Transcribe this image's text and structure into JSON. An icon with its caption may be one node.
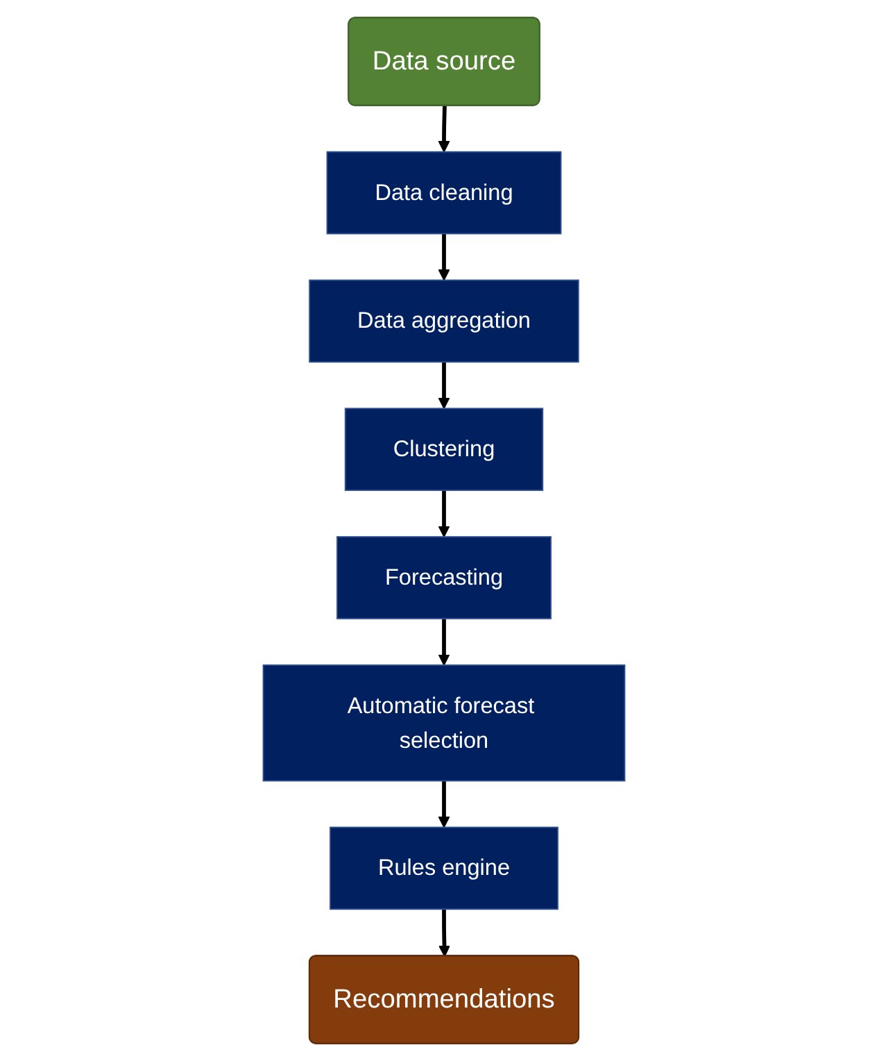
{
  "diagram": {
    "nodes": [
      {
        "text": [
          "Data source"
        ]
      },
      {
        "text": [
          "Data cleaning"
        ]
      },
      {
        "text": [
          "Data aggregation"
        ]
      },
      {
        "text": [
          "Clustering"
        ]
      },
      {
        "text": [
          "Forecasting"
        ]
      },
      {
        "text": [
          "Automatic forecast selection"
        ]
      },
      {
        "text": [
          "Rules engine"
        ]
      },
      {
        "text": [
          "Recommendations"
        ]
      }
    ],
    "edges": [
      {
        "from": 0,
        "to": 1,
        "arrow": "to"
      },
      {
        "from": 1,
        "to": 2,
        "arrow": "to"
      },
      {
        "from": 2,
        "to": 3,
        "arrow": "to"
      },
      {
        "from": 3,
        "to": 4,
        "arrow": "to"
      },
      {
        "from": 4,
        "to": 5,
        "arrow": "to"
      },
      {
        "from": 5,
        "to": 6,
        "arrow": "to"
      },
      {
        "from": 6,
        "to": 7,
        "arrow": "to"
      }
    ]
  }
}
